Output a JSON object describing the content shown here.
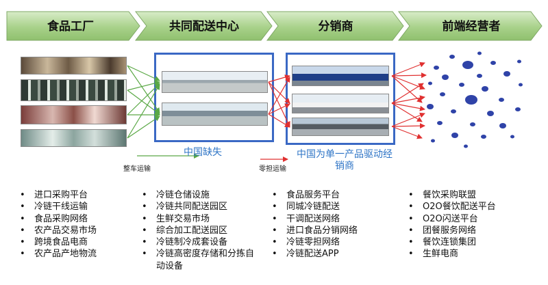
{
  "stages": [
    "食品工厂",
    "共同配送中心",
    "分销商",
    "前端经营者"
  ],
  "captions": {
    "center_missing": "中国缺失",
    "distributor_note": "中国为单一产品驱动经销商",
    "whole_truck": "整车运输",
    "less_than_truck": "零担运输"
  },
  "lists": [
    [
      "进口采购平台",
      "冷链干线运输",
      "食品采购网络",
      "农产品交易市场",
      "跨境食品电商",
      "农产品产地物流"
    ],
    [
      "冷链仓储设施",
      "冷链共同配送园区",
      "生鲜交易市场",
      "综合加工配送园区",
      "冷链制冷成套设备",
      "冷链高密度存储和分拣自动设备"
    ],
    [
      "食品服务平台",
      "同城冷链配送",
      "干调配送网络",
      "进口食品分销网络",
      "冷链零担网络",
      "冷链配送APP"
    ],
    [
      "餐饮采购联盟",
      "O2O餐饮配送平台",
      "O2O闪送平台",
      "团餐服务网络",
      "餐饮连锁集团",
      "生鲜电商"
    ]
  ],
  "colors": {
    "chevron_fill": "#a8d18a",
    "box_border": "#3a68c4",
    "green_arrow": "#5aa845",
    "red_arrow": "#e03030",
    "dot_color": "#2f43a8",
    "caption_blue": "#2e74c6"
  }
}
